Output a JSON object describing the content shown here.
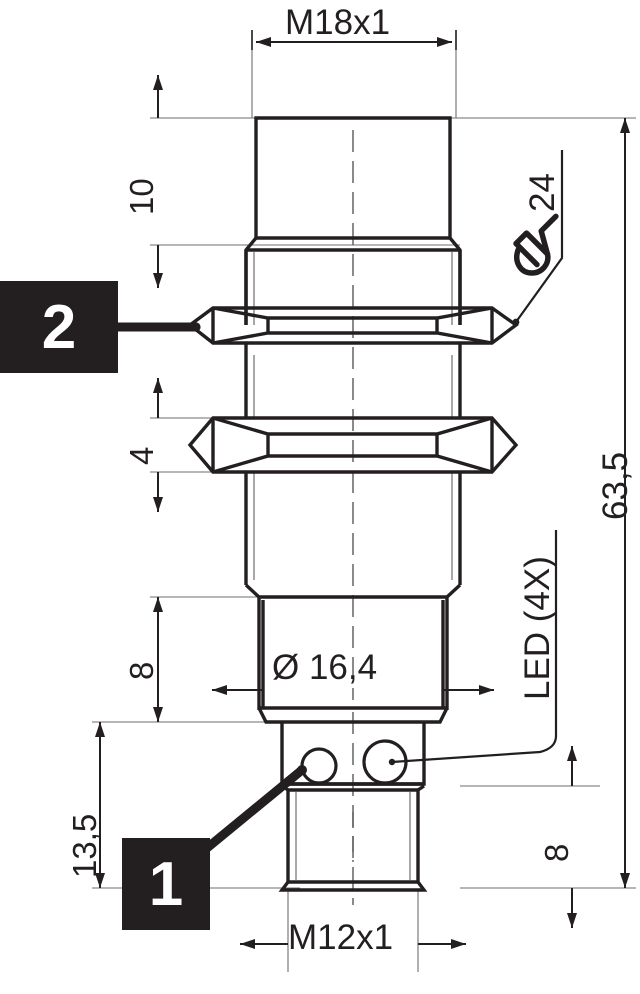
{
  "drawing": {
    "title": "M18x1 inductive proximity sensor dimensioned drawing",
    "line_color": "#231f20",
    "thin_line_color": "#58585b",
    "background": "#ffffff"
  },
  "dimensions": {
    "top_thread": "M18x1",
    "top_length": "10",
    "hex_width": "4",
    "total_length": "63,5",
    "body_diameter": "Ø 16,4",
    "front_length": "8",
    "connector_offset": "13,5",
    "connector_length": "8",
    "bottom_thread": "M12x1"
  },
  "annotations": {
    "wrench_size": "24",
    "wrench_symbol": "wrench-icon",
    "led_label": "LED (4X)"
  },
  "callouts": [
    {
      "label": "1",
      "name": "callout-marker-1"
    },
    {
      "label": "2",
      "name": "callout-marker-2"
    }
  ]
}
